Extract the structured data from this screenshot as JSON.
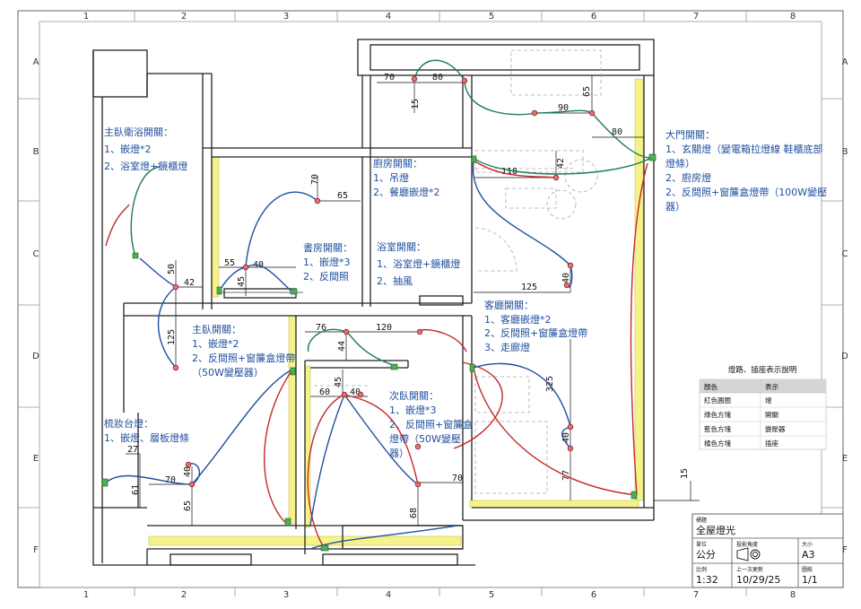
{
  "grid": {
    "columns": [
      "1",
      "2",
      "3",
      "4",
      "5",
      "6",
      "7",
      "8"
    ],
    "rows": [
      "A",
      "B",
      "C",
      "D",
      "E",
      "F"
    ]
  },
  "switch_notes": {
    "master_bath": [
      "主臥衛浴開關：",
      "1、嵌燈*2",
      "2、浴室燈+鏡櫃燈"
    ],
    "kitchen": [
      "廚房開關：",
      "1、吊燈",
      "2、餐廳嵌燈*2"
    ],
    "study": [
      "書房開關：",
      "1、嵌燈*3",
      "2、反間照"
    ],
    "bathroom": [
      "浴室開關：",
      "1、浴室燈+鏡櫃燈",
      "2、抽風"
    ],
    "front_door": [
      "大門開關：",
      "1、玄關燈（變電箱拉燈線 鞋櫃底部",
      "燈條）",
      "2、廚房燈",
      "2、反間照+窗簾盒燈帶（100W變壓",
      "器）"
    ],
    "living": [
      "客廳開關：",
      "1、客廳嵌燈*2",
      "2、反間照+窗簾盒燈帶",
      "3、走廊燈"
    ],
    "master_bedroom": [
      "主臥開關：",
      "1、嵌燈*2",
      "2、反間照+窗簾盒燈帶",
      "（50W變壓器）"
    ],
    "vanity": [
      "梳妝台燈：",
      "1、嵌燈、層板燈條"
    ],
    "second_bedroom": [
      "次臥開關：",
      "1、嵌燈*3",
      "2、反間照+窗簾盒",
      "燈帶（50W變壓",
      "器）"
    ]
  },
  "dimensions": [
    "70",
    "80",
    "15",
    "65",
    "90",
    "80",
    "118",
    "42",
    "70",
    "65",
    "55",
    "40",
    "45",
    "50",
    "42",
    "125",
    "125",
    "40",
    "76",
    "120",
    "44",
    "60",
    "45",
    "40",
    "325",
    "40",
    "77",
    "70",
    "40",
    "27",
    "61",
    "65",
    "70",
    "68",
    "15"
  ],
  "legend": {
    "title": "燈路、插座表示說明",
    "headers": [
      "顏色",
      "表示"
    ],
    "rows": [
      [
        "紅色圓圈",
        "燈"
      ],
      [
        "綠色方塊",
        "開關"
      ],
      [
        "藍色方塊",
        "變壓器"
      ],
      [
        "橘色方塊",
        "插座"
      ]
    ]
  },
  "title_block": {
    "title_label": "標題",
    "title": "全屋燈光",
    "unit_label": "單位",
    "unit": "公分",
    "projection_label": "投影角度",
    "size_label": "大小",
    "size": "A3",
    "scale_label": "比例",
    "scale": "1:32",
    "updated_label": "上一次更新",
    "updated": "10/29/25",
    "sheet_label": "圖紙",
    "sheet": "1/1"
  },
  "colors": {
    "note_text": "#1f4e9e",
    "wire_red": "#c62828",
    "wire_green": "#1b7a5a",
    "wire_blue": "#1e4fa0",
    "strip_yellow": "#f6f28a",
    "switch_green": "#4caf50"
  }
}
